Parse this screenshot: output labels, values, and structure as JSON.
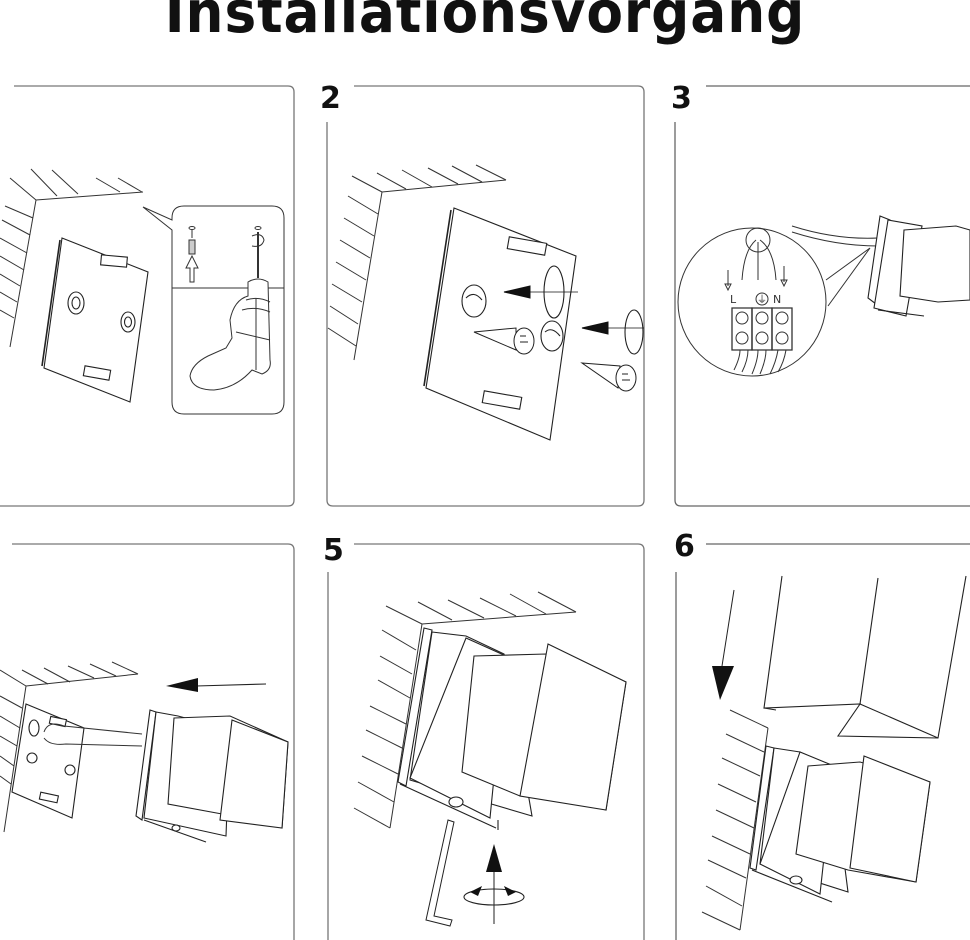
{
  "document": {
    "title": "Installationsvorgang"
  },
  "steps": [
    {
      "number": "",
      "description": "drill-holes-insert-anchors"
    },
    {
      "number": "2",
      "description": "fix-mounting-plate-with-screws"
    },
    {
      "number": "3",
      "description": "connect-wires"
    },
    {
      "number": "",
      "description": "attach-lamp-body-to-plate"
    },
    {
      "number": "5",
      "description": "tighten-set-screw-with-hex-key"
    },
    {
      "number": "6",
      "description": "slide-cover-down-onto-lamp"
    }
  ],
  "wiring": {
    "terminal_labels": [
      "L",
      "⏚",
      "N"
    ]
  },
  "colors": {
    "line": "#222222",
    "frame": "#888888",
    "text": "#111111"
  }
}
